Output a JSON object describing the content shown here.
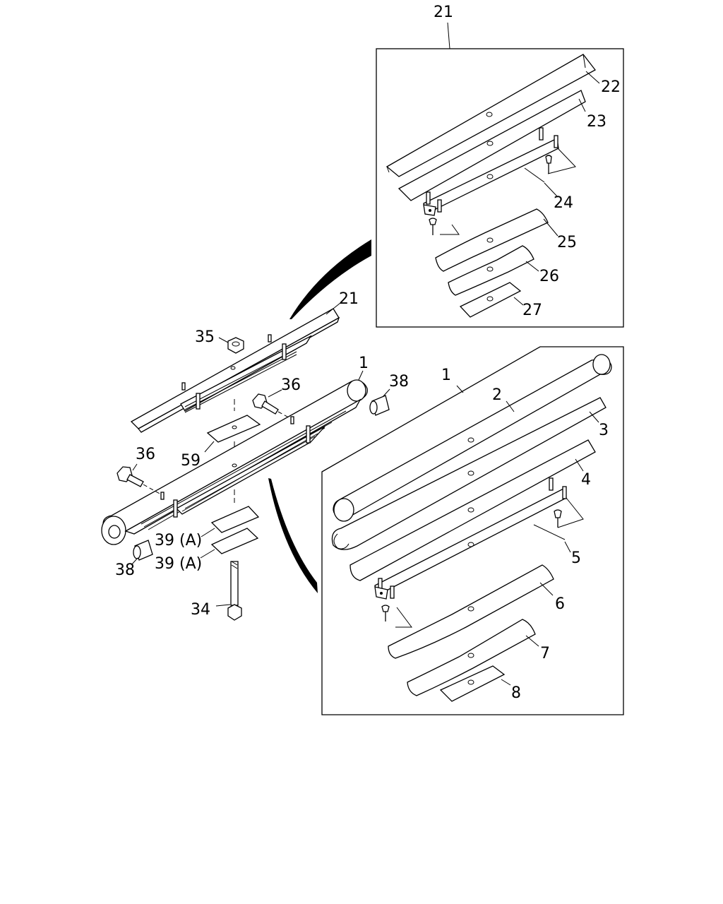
{
  "colors": {
    "ink": "#000000",
    "paper": "#ffffff"
  },
  "labels": {
    "l21_top": "21",
    "l22": "22",
    "l23": "23",
    "l24": "24",
    "l25": "25",
    "l26": "26",
    "l27": "27",
    "l21_main": "21",
    "l35": "35",
    "l1_main": "1",
    "l38_right": "38",
    "l36_top": "36",
    "l59": "59",
    "l36_left": "36",
    "l39a_1": "39 (A)",
    "l39a_2": "39 (A)",
    "l38_left": "38",
    "l34": "34",
    "l1_box": "1",
    "l2": "2",
    "l3": "3",
    "l4": "4",
    "l5": "5",
    "l6": "6",
    "l7": "7",
    "l8": "8"
  }
}
